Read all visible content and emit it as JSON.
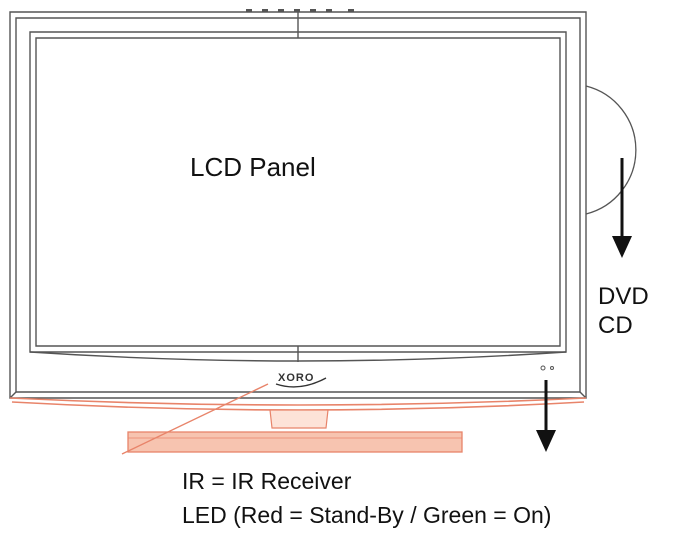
{
  "labels": {
    "panel": "LCD Panel",
    "disc_line1": "DVD",
    "disc_line2": "CD",
    "ir": "IR = IR Receiver",
    "led": "LED (Red = Stand-By / Green = On)"
  },
  "brand": {
    "logo": "XORO"
  },
  "colors": {
    "line": "#555555",
    "highlight": "#e8846a",
    "stand_fill": "#f7c4b0",
    "arrow": "#111111"
  }
}
